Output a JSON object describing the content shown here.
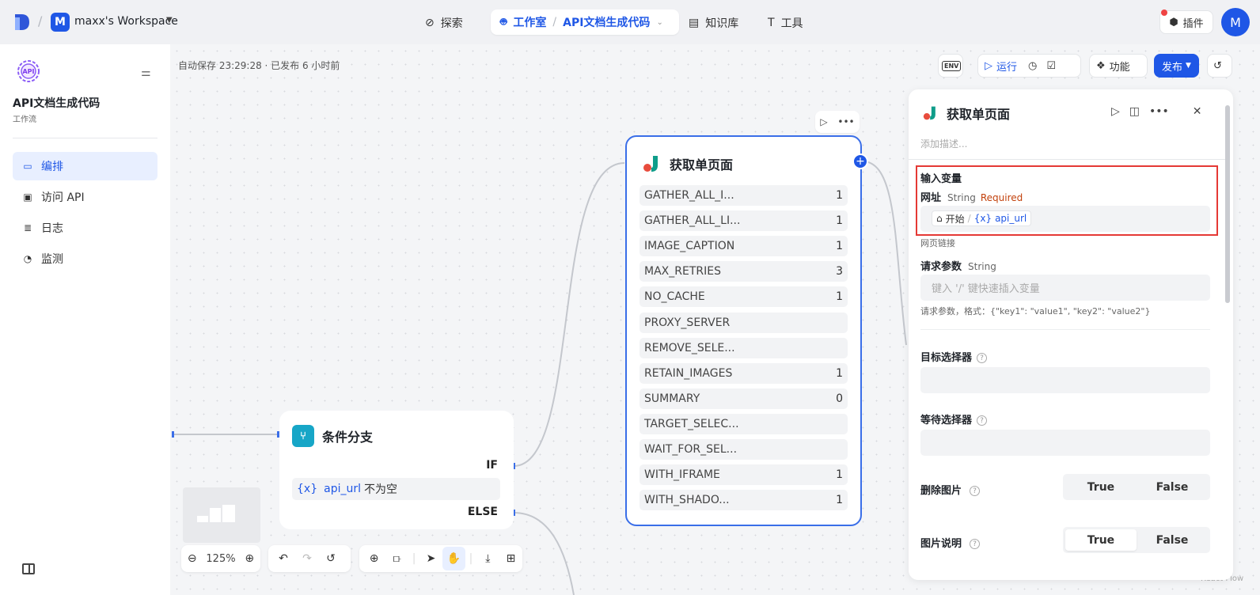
{
  "topbar": {
    "workspace_badge": "M",
    "workspace_name": "maxx's Workspace",
    "nav": [
      {
        "label": "探索",
        "icon": "explore-icon"
      },
      {
        "label": "知识库",
        "icon": "book-icon"
      },
      {
        "label": "工具",
        "icon": "hammer-icon"
      }
    ],
    "studio_label": "工作室",
    "app_breadcrumb": "API文档生成代码",
    "plugin_label": "插件",
    "avatar_letter": "M"
  },
  "sidebar": {
    "app_icon_text": "API",
    "app_title": "API文档生成代码",
    "app_type": "工作流",
    "items": [
      {
        "label": "编排",
        "active": true
      },
      {
        "label": "访问 API",
        "active": false
      },
      {
        "label": "日志",
        "active": false
      },
      {
        "label": "监测",
        "active": false
      }
    ]
  },
  "canvas": {
    "autosave": "自动保存 23:29:28 · 已发布 6 小时前",
    "toolbar": {
      "env_label": "ENV",
      "run_label": "运行",
      "features_label": "功能",
      "publish_label": "发布"
    },
    "main_node": {
      "title": "获取单页面",
      "rows": [
        {
          "key": "GATHER_ALL_I...",
          "value": "1"
        },
        {
          "key": "GATHER_ALL_LI...",
          "value": "1"
        },
        {
          "key": "IMAGE_CAPTION",
          "value": "1"
        },
        {
          "key": "MAX_RETRIES",
          "value": "3"
        },
        {
          "key": "NO_CACHE",
          "value": "1"
        },
        {
          "key": "PROXY_SERVER",
          "value": ""
        },
        {
          "key": "REMOVE_SELE...",
          "value": ""
        },
        {
          "key": "RETAIN_IMAGES",
          "value": "1"
        },
        {
          "key": "SUMMARY",
          "value": "0"
        },
        {
          "key": "TARGET_SELEC...",
          "value": ""
        },
        {
          "key": "WAIT_FOR_SEL...",
          "value": ""
        },
        {
          "key": "WITH_IFRAME",
          "value": "1"
        },
        {
          "key": "WITH_SHADO...",
          "value": "1"
        }
      ]
    },
    "cond_node": {
      "title": "条件分支",
      "if_label": "IF",
      "else_label": "ELSE",
      "expr_var": "api_url",
      "expr_op": "不为空"
    },
    "zoom": "125%",
    "watermark": "React Flow"
  },
  "panel": {
    "title": "获取单页面",
    "desc_placeholder": "添加描述...",
    "section_input": "输入变量",
    "url": {
      "label": "网址",
      "type": "String",
      "required": "Required",
      "ref_node": "开始",
      "ref_var": "api_url",
      "hint": "网页链接"
    },
    "params": {
      "label": "请求参数",
      "type": "String",
      "placeholder": "键入 '/' 键快速插入变量",
      "hint": "请求参数，格式：{\"key1\": \"value1\", \"key2\": \"value2\"}"
    },
    "target_selector": {
      "label": "目标选择器"
    },
    "wait_selector": {
      "label": "等待选择器"
    },
    "remove_images": {
      "label": "删除图片",
      "true": "True",
      "false": "False",
      "selected": "none"
    },
    "image_caption": {
      "label": "图片说明",
      "true": "True",
      "false": "False",
      "selected": "True"
    }
  }
}
